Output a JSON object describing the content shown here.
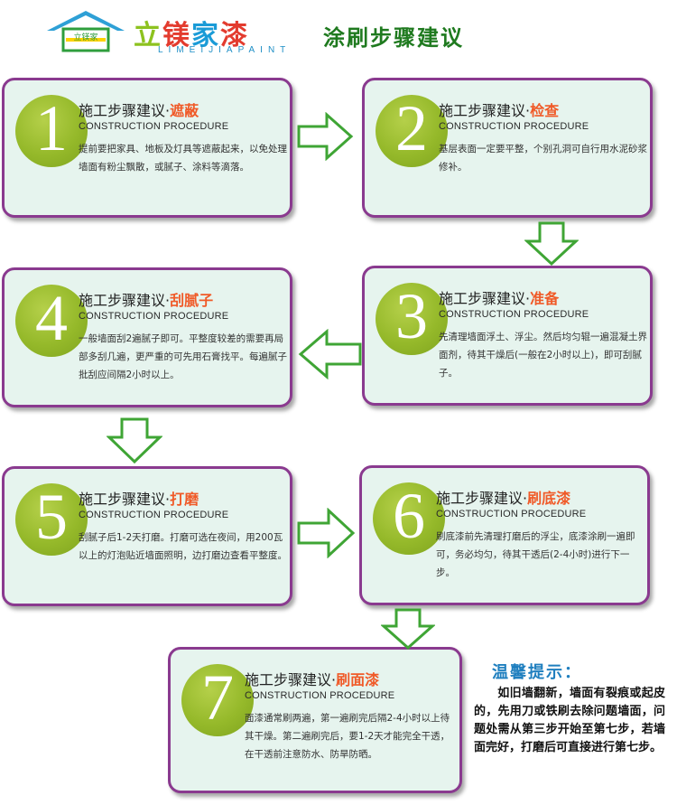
{
  "header": {
    "logo_chars": [
      "立",
      "镁",
      "家",
      "漆"
    ],
    "logo_sub": "LIMEIJIAPAINT",
    "logo_badge": "立镁家",
    "title": "涂刷步骤建议"
  },
  "steps": [
    {
      "number": "1",
      "title_prefix": "施工步骤建议·",
      "step_name": "遮蔽",
      "subtitle": "CONSTRUCTION PROCEDURE",
      "desc": "提前要把家具、地板及灯具等遮蔽起来，以免处理墙面有粉尘飘散，或腻子、涂料等滴落。"
    },
    {
      "number": "2",
      "title_prefix": "施工步骤建议·",
      "step_name": "检查",
      "subtitle": "CONSTRUCTION PROCEDURE",
      "desc": "基层表面一定要平整，个别孔洞可自行用水泥砂浆修补。"
    },
    {
      "number": "3",
      "title_prefix": "施工步骤建议·",
      "step_name": "准备",
      "subtitle": "CONSTRUCTION PROCEDURE",
      "desc": "先清理墙面浮土、浮尘。然后均匀辊一遍混凝土界面剂，待其干燥后(一般在2小时以上)，即可刮腻子。"
    },
    {
      "number": "4",
      "title_prefix": "施工步骤建议·",
      "step_name": "刮腻子",
      "subtitle": "CONSTRUCTION PROCEDURE",
      "desc": "一般墙面刮2遍腻子即可。平整度较差的需要再局部多刮几遍，更严重的可先用石膏找平。每遍腻子批刮应间隔2小时以上。"
    },
    {
      "number": "5",
      "title_prefix": "施工步骤建议·",
      "step_name": "打磨",
      "subtitle": "CONSTRUCTION PROCEDURE",
      "desc": "刮腻子后1-2天打磨。打磨可选在夜间，用200瓦以上的灯泡贴近墙面照明，边打磨边查看平整度。"
    },
    {
      "number": "6",
      "title_prefix": "施工步骤建议·",
      "step_name": "刷底漆",
      "subtitle": "CONSTRUCTION PROCEDURE",
      "desc": "刷底漆前先清理打磨后的浮尘，底漆涂刷一遍即可，务必均匀，待其干透后(2-4小时)进行下一步。"
    },
    {
      "number": "7",
      "title_prefix": "施工步骤建议·",
      "step_name": "刷面漆",
      "subtitle": "CONSTRUCTION PROCEDURE",
      "desc": "面漆通常刷两遍，第一遍刷完后隔2-4小时以上待其干燥。第二遍刷完后，要1-2天才能完全干透，在干透前注意防水、防旱防晒。"
    }
  ],
  "tip": {
    "title": "温馨提示：",
    "body": "如旧墙翻新，墙面有裂痕或起皮的，先用刀或铁刷去除问题墙面，问题处需从第三步开始至第七步，若墙面完好，打磨后可直接进行第七步。"
  },
  "colors": {
    "card_border": "#8a3a8f",
    "card_bg": "#e6f4ee",
    "circle": "#95b92a",
    "step_accent": "#f05a28",
    "arrow_stroke": "#3fa535",
    "tip_title": "#1f7fbf"
  }
}
